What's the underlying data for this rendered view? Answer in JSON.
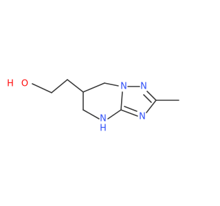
{
  "molecule": {
    "atoms": {
      "oxygen": {
        "text": "O",
        "color": "#ff0d0d"
      },
      "hydroxyl_hydrogen": {
        "text": "H",
        "color": "#ff0d0d"
      },
      "n1": {
        "text": "N",
        "color": "#3050f8"
      },
      "n2": {
        "text": "N",
        "color": "#3050f8"
      },
      "n3": {
        "text": "N",
        "color": "#3050f8"
      },
      "n4": {
        "text": "N",
        "color": "#3050f8"
      },
      "n4_hydrogen": {
        "text": "H",
        "color": "#3050f8"
      }
    },
    "bond_color": "#3a3a3a"
  }
}
